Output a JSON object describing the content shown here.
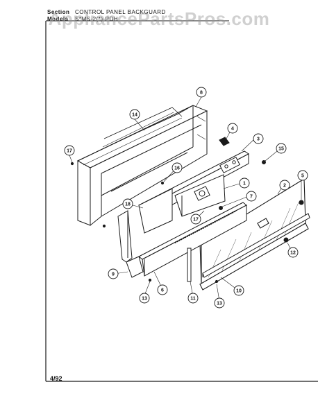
{
  "watermark": "AppliancePartsPros.com",
  "header": {
    "section_label": "Section",
    "section_value": "CONTROL PANEL BACKGUARD",
    "models_label": "Models",
    "models_value": "S*MS-2(*)-PDH"
  },
  "footer": {
    "date": "4/92"
  },
  "callouts": {
    "c1": "1",
    "c2": "2",
    "c3": "3",
    "c4": "4",
    "c5": "5",
    "c6": "6",
    "c7": "7",
    "c8": "8",
    "c9": "9",
    "c10": "10",
    "c11": "11",
    "c12": "12",
    "c13a": "13",
    "c13b": "13",
    "c14": "14",
    "c15": "15",
    "c16": "16",
    "c17a": "17",
    "c17b": "17",
    "c18": "18"
  },
  "colors": {
    "ink": "#1a1a1a",
    "glass_hatch": "#555555",
    "watermark": "#969696"
  }
}
